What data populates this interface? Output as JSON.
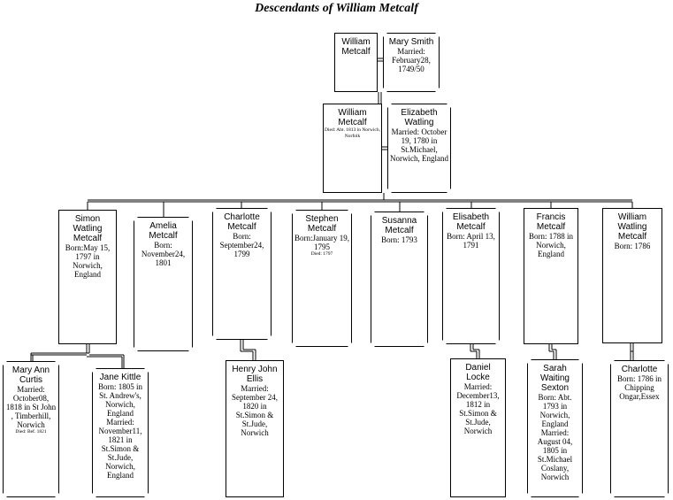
{
  "title": "Descendants of William Metcalf",
  "people": {
    "william_sr": {
      "name": "William Metcalf"
    },
    "mary_smith": {
      "name": "Mary Smith",
      "details": "Married: February28, 1749/50"
    },
    "william_jr": {
      "name": "William Metcalf",
      "tiny": "Died: Abt. 1813 in Norwich, Norfolk"
    },
    "elizabeth_watling": {
      "name": "Elizabeth Watling",
      "details": "Married: October 19, 1780 in St.Michael, Norwich, England"
    },
    "simon": {
      "name": "Simon Watling Metcalf",
      "details": "Born:May 15, 1797 in Norwich, England"
    },
    "amelia": {
      "name": "Amelia Metcalf",
      "details": "Born: November24, 1801"
    },
    "charlotte_child": {
      "name": "Charlotte Metcalf",
      "details": "Born: September24, 1799"
    },
    "stephen": {
      "name": "Stephen Metcalf",
      "details": "Born:January 19, 1795",
      "tiny": "Died: 1797"
    },
    "susanna": {
      "name": "Susanna Metcalf",
      "details": "Born: 1793"
    },
    "elisabeth": {
      "name": "Elisabeth Metcalf",
      "details": "Born: April 13, 1791"
    },
    "francis": {
      "name": "Francis Metcalf",
      "details": "Born: 1788 in Norwich, England"
    },
    "william_watling": {
      "name": "William Watling Metcalf",
      "details": "Born: 1786"
    },
    "mary_ann": {
      "name": "Mary Ann Curtis",
      "details": "Married: October08, 1818 in St John , Timberhill, Norwich",
      "tiny": "Died: Bef. 1821"
    },
    "jane": {
      "name": "Jane Kittle",
      "details": "Born: 1805 in St. Andrew's, Norwich, England Married: November11, 1821 in St.Simon & St.Jude, Norwich, England"
    },
    "henry": {
      "name": "Henry John Ellis",
      "details": "Married: September 24, 1820 in St.Simon & St.Jude, Norwich"
    },
    "daniel": {
      "name": "Daniel Locke",
      "details": "Married: December13, 1812 in St.Simon & St.Jude, Norwich"
    },
    "sarah": {
      "name": "Sarah Waiting Sexton",
      "details": "Born: Abt. 1793 in Norwich, England Married: August 04, 1805 in St.Michael Coslany, Norwich"
    },
    "charlotte_spouse": {
      "name": "Charlotte",
      "details": "Born: 1786 in Chipping Ongar,Essex"
    }
  }
}
